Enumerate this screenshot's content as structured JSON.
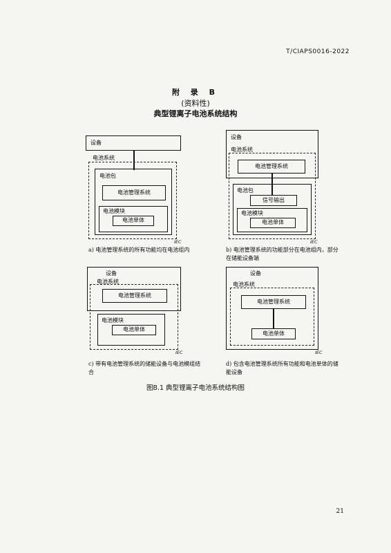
{
  "header": {
    "doc_code": "T/CIAPS0016-2022"
  },
  "title": {
    "appendix": "附 录 B",
    "nature": "(资料性)",
    "heading": "典型锂离子电池系统结构"
  },
  "diagram_a": {
    "device": "设备",
    "system": "电池系统",
    "pack": "电池包",
    "bms": "电池管理系统",
    "module": "电池模块",
    "cell": "电池单体",
    "iec": "IEC",
    "caption": "a) 电池管理系统的所有功能均在电池组内"
  },
  "diagram_b": {
    "device": "设备",
    "system": "电池系统",
    "bms": "电池管理系统",
    "pack": "电池包",
    "signal": "信号输出",
    "module": "电池模块",
    "cell": "电池单体",
    "iec": "IEC",
    "caption": "b) 电池管理系统的功能部分在电池组内，部分在储能设备端"
  },
  "diagram_c": {
    "device": "设备",
    "system": "电池系统",
    "bms": "电池管理系统",
    "module": "电池模块",
    "cell": "电池单体",
    "iec": "IEC",
    "caption": "c) 带有电池管理系统的储能设备与电池模组结合"
  },
  "diagram_d": {
    "device": "设备",
    "system": "电池系统",
    "bms": "电池管理系统",
    "cell": "电池单体",
    "iec": "IEC",
    "caption": "d) 包含电池管理系统所有功能和电池单体的储能设备"
  },
  "figure_caption": "图B.1  典型锂离子电池系统结构图",
  "page_number": "21"
}
